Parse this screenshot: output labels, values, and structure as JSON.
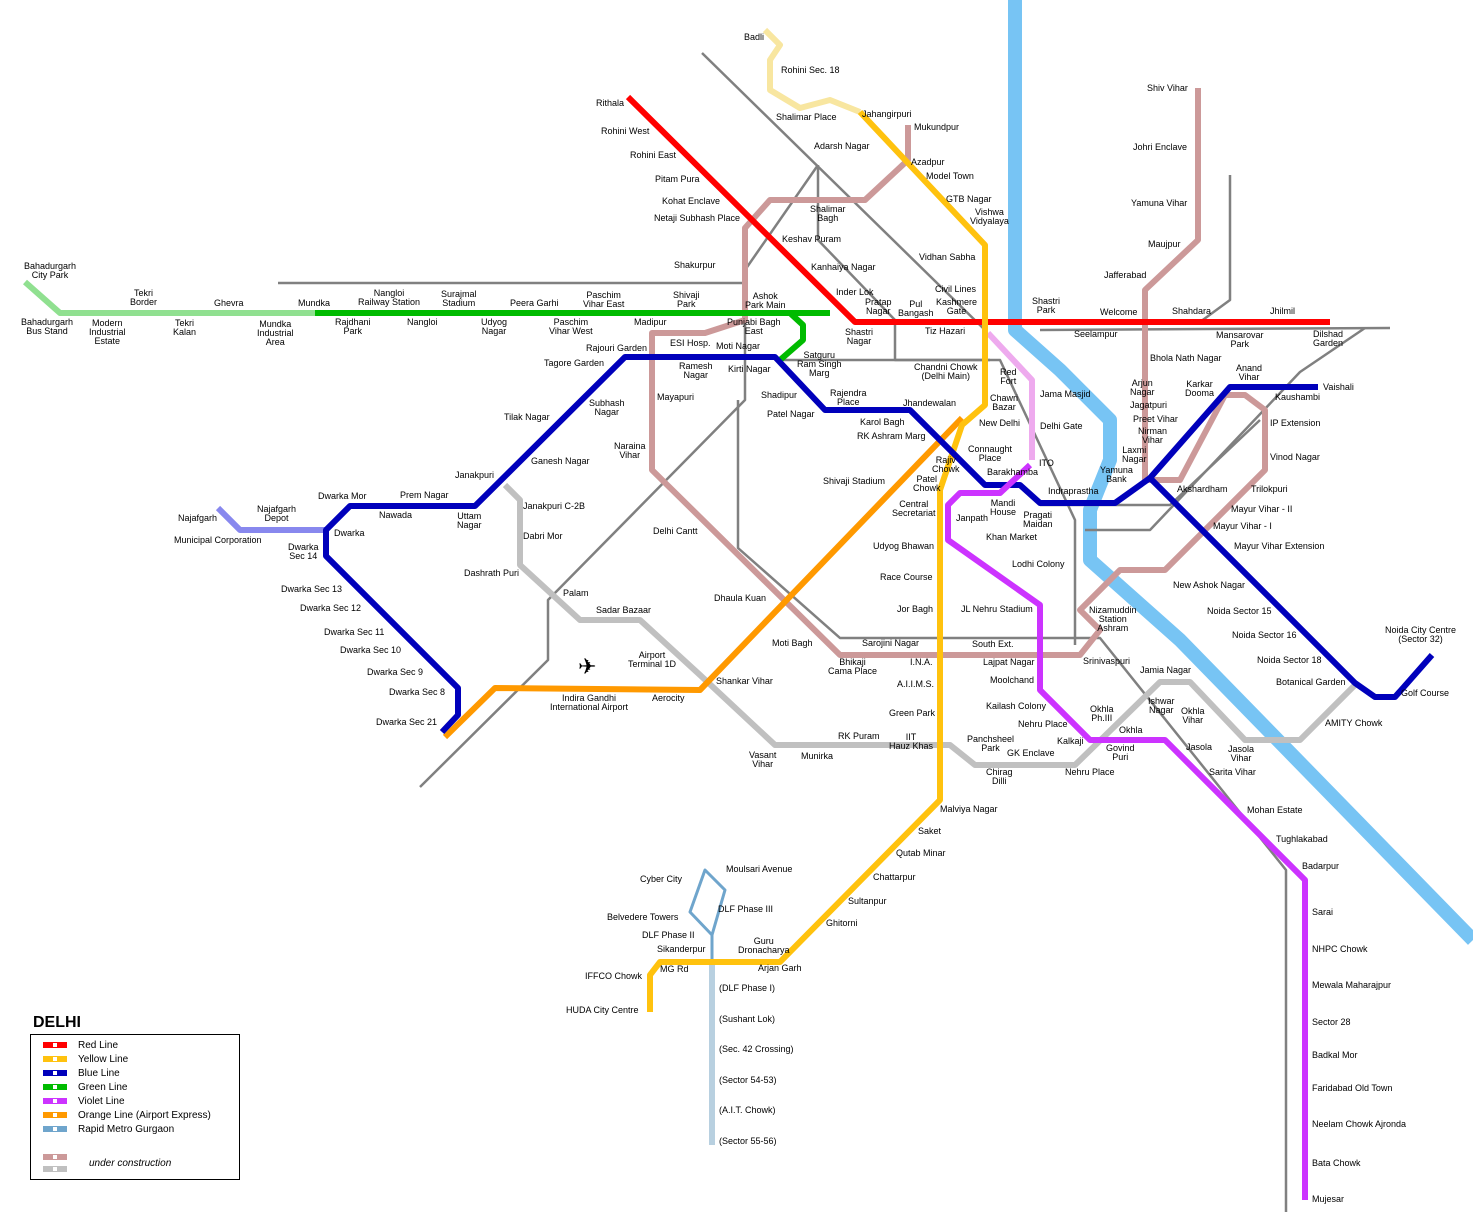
{
  "title": "DELHI",
  "plane_icon": "airplane-icon",
  "legend": {
    "items": [
      {
        "label": "Red Line",
        "color": "#ff0000"
      },
      {
        "label": "Yellow Line",
        "color": "#ffc20e"
      },
      {
        "label": "Blue Line",
        "color": "#0000bb"
      },
      {
        "label": "Green Line",
        "color": "#00bb00"
      },
      {
        "label": "Violet Line",
        "color": "#cc33ff"
      },
      {
        "label": "Orange Line (Airport Express)",
        "color": "#ff9900"
      },
      {
        "label": "Rapid Metro Gurgaon",
        "color": "#6fa5cc"
      }
    ],
    "under_construction": "under construction",
    "uc_colors": [
      "#cc9999",
      "#c0c0c0"
    ]
  },
  "colors": {
    "red": "#ff0000",
    "yellow": "#ffc20e",
    "yellow_uc": "#f8e6a0",
    "blue": "#0000bb",
    "green": "#00bb00",
    "green_uc": "#90e090",
    "violet": "#cc33ff",
    "violet_uc": "#eeaaee",
    "orange": "#ff9900",
    "rapid": "#6fa5cc",
    "rapid_uc": "#b8d0e0",
    "najafgarh": "#8888ee",
    "pink_uc": "#cc9999",
    "grey_uc": "#c0c0c0",
    "rail": "#808080",
    "river": "#77c4f4"
  },
  "stations": [
    "Badli",
    "Rohini Sec. 18",
    "Shalimar Place",
    "Jahangirpuri",
    "Mukundpur",
    "Adarsh Nagar",
    "Azadpur",
    "Model Town",
    "GTB Nagar",
    "Vishwa\nVidyalaya",
    "Vidhan Sabha",
    "Civil Lines",
    "Kashmere\nGate",
    "Pul\nBangash",
    "Pratap\nNagar",
    "Tiz Hazari",
    "Shastri\nNagar",
    "Inder Lok",
    "Kanhaiya Nagar",
    "Keshav Puram",
    "Netaji Subhash Place",
    "Kohat Enclave",
    "Pitam Pura",
    "Rohini East",
    "Rohini West",
    "Rithala",
    "Shalimar\nBagh",
    "Shakurpur",
    "Ashok\nPark Main",
    "Punjabi Bagh\nEast",
    "Shivaji\nPark",
    "Paschim\nVihar East",
    "Peera Garhi",
    "Surajmal\nStadium",
    "Nangloi\nRailway Station",
    "Mundka",
    "Ghevra",
    "Tekri\nBorder",
    "Bahadurgarh\nCity Park",
    "Bahadurgarh\nBus Stand",
    "Modern\nIndustrial\nEstate",
    "Tekri\nKalan",
    "Mundka\nIndustrial\nArea",
    "Rajdhani\nPark",
    "Nangloi",
    "Udyog\nNagar",
    "Paschim\nVihar West",
    "Madipur",
    "ESI Hosp.",
    "Moti Nagar",
    "Rajouri Garden",
    "Tagore Garden",
    "Ramesh\nNagar",
    "Kirti Nagar",
    "Satguru\nRam Singh\nMarg",
    "Mayapuri",
    "Subhash\nNagar",
    "Tilak Nagar",
    "Shadipur",
    "Rajendra\nPlace",
    "Patel Nagar",
    "Karol Bagh",
    "Jhandewalan",
    "RK Ashram Marg",
    "Chandni Chowk\n(Delhi Main)",
    "Red\nFort",
    "Jama Masjid",
    "Chawri\nBazar",
    "New Delhi",
    "Delhi Gate",
    "Naraina\nVihar",
    "Ganesh Nagar",
    "Connaught\nPlace",
    "Rajiv\nChowk",
    "ITO",
    "Barakhamba",
    "Janakpuri",
    "Shivaji Stadium",
    "Patel\nChowk",
    "Indraprastha",
    "Dwarka Mor",
    "Prem Nagar",
    "Najafgarh\nDepot",
    "Janakpuri C-2B",
    "Central\nSecretariat",
    "Mandi\nHouse",
    "Pragati\nMaidan",
    "Janpath",
    "Nawada",
    "Uttam\nNagar",
    "Najafgarh",
    "Dwarka",
    "Municipal Corporation",
    "Dabri Mor",
    "Delhi Cantt",
    "Khan Market",
    "Dwarka\nSec 14",
    "Udyog Bhawan",
    "Lodhi Colony",
    "Dashrath Puri",
    "Race Course",
    "Dwarka Sec 13",
    "Palam",
    "Dhaula Kuan",
    "Dwarka Sec 12",
    "Jor Bagh",
    "JL Nehru Stadium",
    "Sadar Bazaar",
    "Dwarka Sec 11",
    "Sarojini Nagar",
    "Moti Bagh",
    "South Ext.",
    "Dwarka Sec 10",
    "Airport\nTerminal 1D",
    "Bhikaji\nCama Place",
    "I.N.A.",
    "Lajpat Nagar",
    "Dwarka Sec 9",
    "Moolchand",
    "Shankar Vihar",
    "A.I.I.M.S.",
    "Dwarka Sec 8",
    "Aerocity",
    "Indira Gandhi\nInternational Airport",
    "Kailash Colony",
    "Green Park",
    "Dwarka Sec 21",
    "Nehru Place",
    "RK Puram",
    "IIT\nHauz Khas",
    "Panchsheel\nPark",
    "Kalkaji",
    "GK Enclave",
    "Vasant\nVihar",
    "Munirka",
    "Chirag\nDilli",
    "Nehru Place",
    "Malviya Nagar",
    "Saket",
    "Qutab Minar",
    "Chattarpur",
    "Sultanpur",
    "Ghitorni",
    "Moulsari Avenue",
    "Cyber City",
    "DLF Phase III",
    "Belvedere Towers",
    "DLF Phase II",
    "Guru\nDronacharya",
    "Sikanderpur",
    "Arjan Garh",
    "IFFCO Chowk",
    "MG Rd",
    "HUDA City Centre",
    "(DLF Phase I)",
    "(Sushant Lok)",
    "(Sec. 42 Crossing)",
    "(Sector 54-53)",
    "(A.I.T. Chowk)",
    "(Sector 55-56)",
    "Shastri\nPark",
    "Welcome",
    "Shahdara",
    "Jhilmil",
    "Seelampur",
    "Mansarovar\nPark",
    "Dilshad\nGarden",
    "Shiv Vihar",
    "Johri Enclave",
    "Yamuna Vihar",
    "Maujpur",
    "Jafferabad",
    "Bhola Nath Nagar",
    "Anand\nVihar",
    "Arjun\nNagar",
    "Karkar\nDooma",
    "Vaishali",
    "Kaushambi",
    "Jagatpuri",
    "Preet Vihar",
    "IP Extension",
    "Nirman\nVihar",
    "Laxmi\nNagar",
    "Vinod Nagar",
    "Yamuna\nBank",
    "Akshardham",
    "Trilokpuri",
    "Mayur Vihar - II",
    "Mayur Vihar - I",
    "Mayur Vihar Extension",
    "New Ashok Nagar",
    "Noida Sector 15",
    "Nizamuddin\nStation\nAshram",
    "Noida City Centre\n(Sector 32)",
    "Noida Sector 16",
    "Srinivaspuri",
    "Noida Sector 18",
    "Jamia Nagar",
    "Botanical Garden",
    "Golf Course",
    "Ishwar\nNagar",
    "Okhla\nPh.III",
    "Okhla\nVihar",
    "AMITY Chowk",
    "Okhla",
    "Govind\nPuri",
    "Jasola",
    "Jasola\nVihar",
    "Sarita Vihar",
    "Mohan Estate",
    "Tughlakabad",
    "Badarpur",
    "Sarai",
    "NHPC Chowk",
    "Mewala Maharajpur",
    "Sector 28",
    "Badkal Mor",
    "Faridabad Old Town",
    "Neelam Chowk Ajronda",
    "Bata Chowk",
    "Mujesar"
  ]
}
